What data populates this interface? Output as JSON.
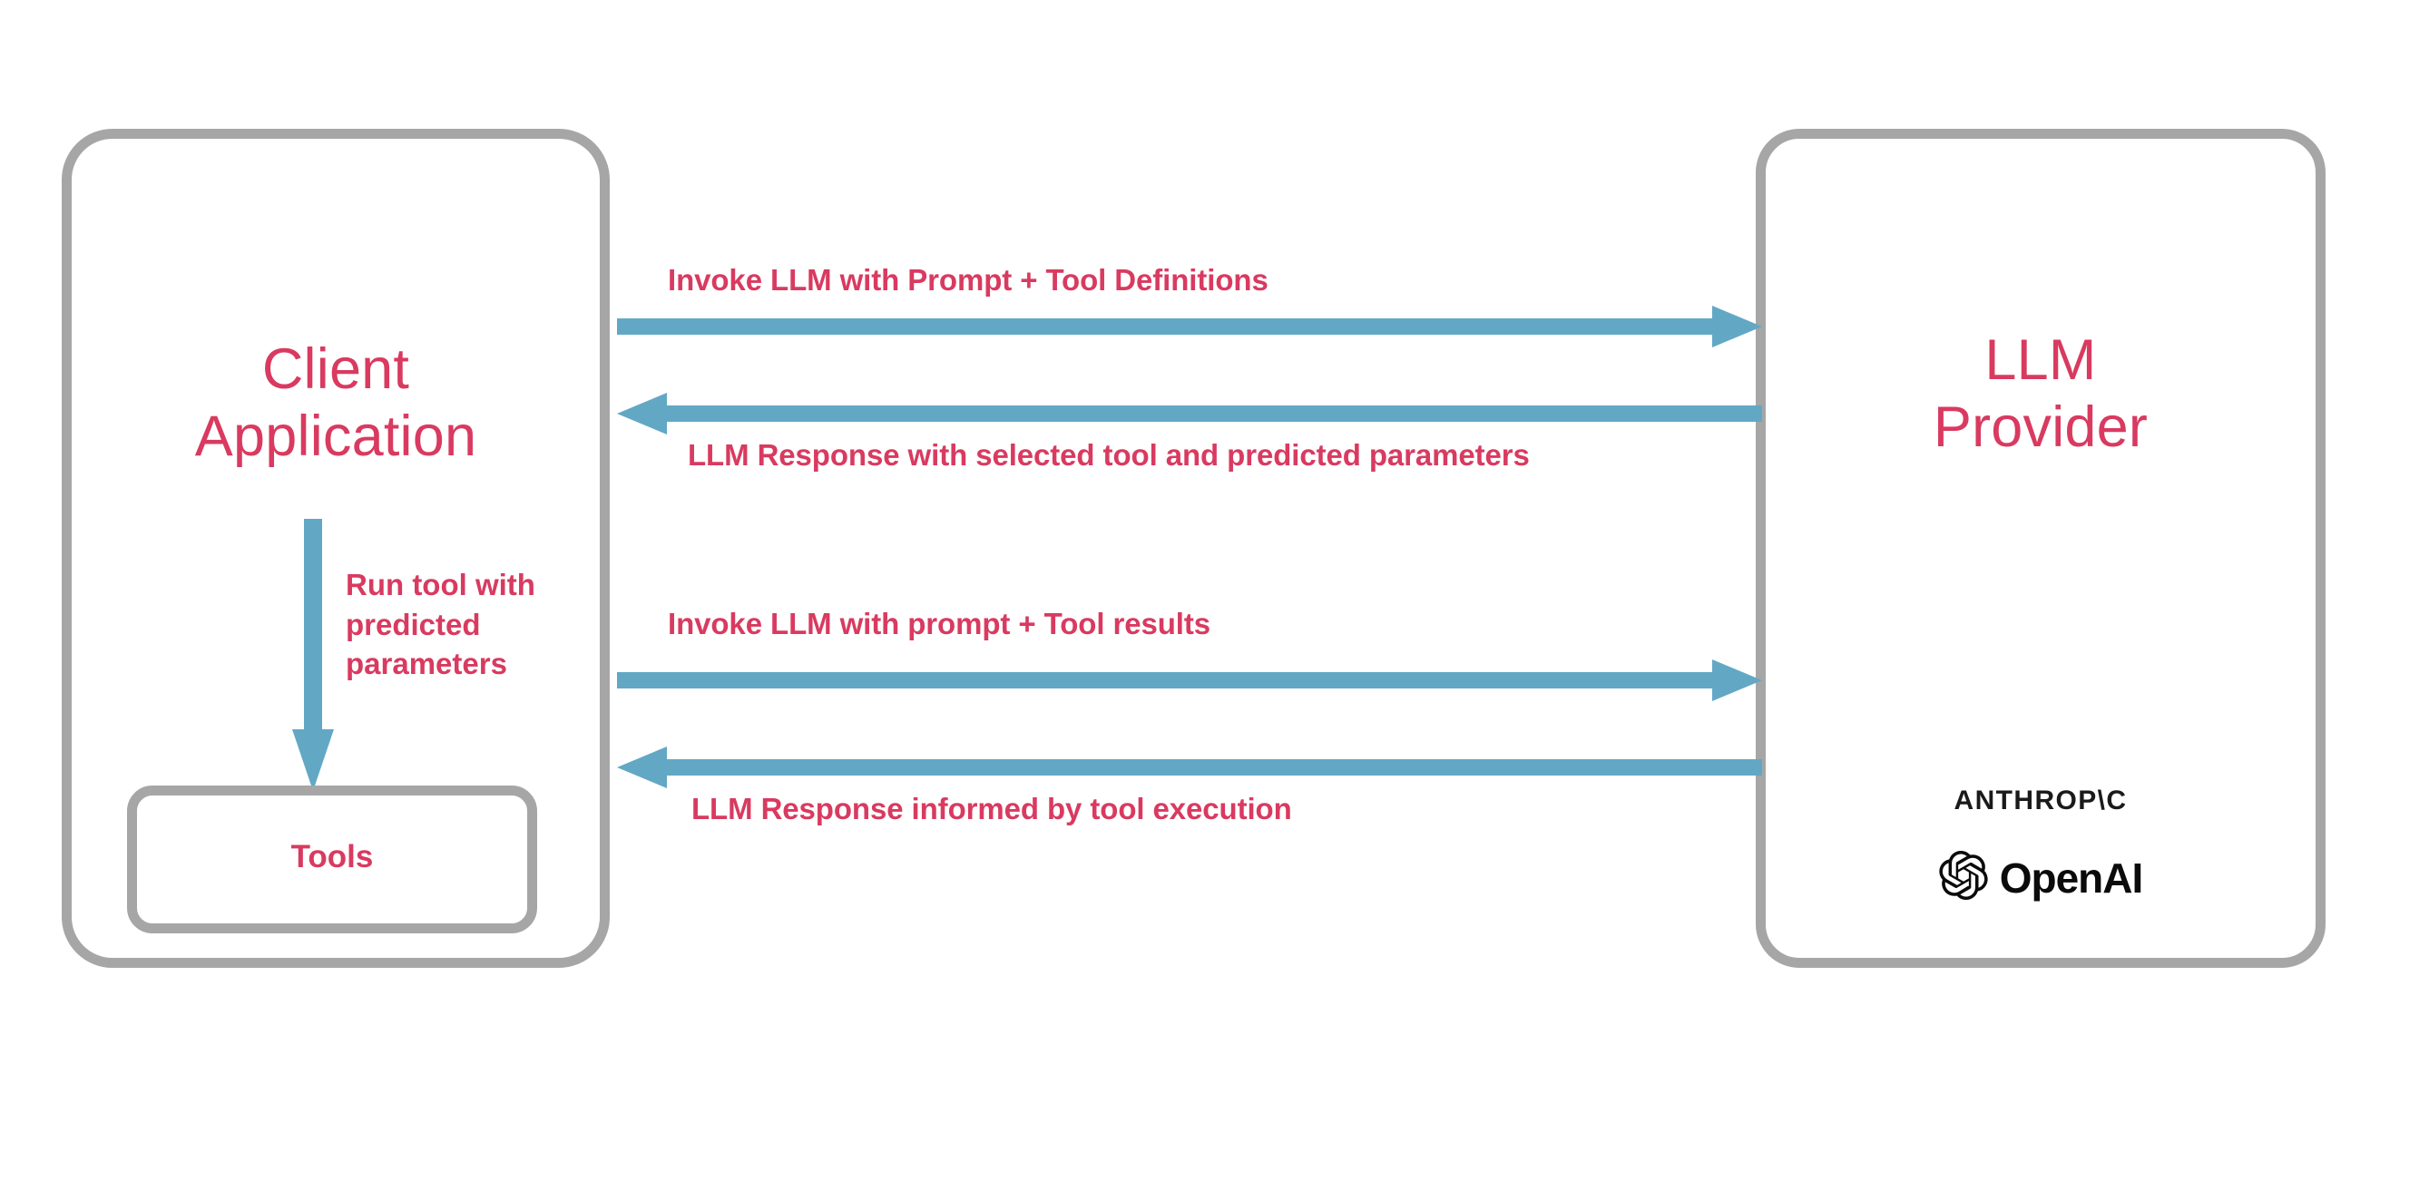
{
  "diagram": {
    "title": "LLM tool-calling sequence between a client application and an LLM provider",
    "colors": {
      "accent_text": "#d93a60",
      "arrow": "#62a8c5",
      "box_border": "#a6a6a6",
      "background": "#ffffff",
      "logo_text": "#1a1a1a"
    }
  },
  "nodes": {
    "client": {
      "label": "Client\nApplication"
    },
    "provider": {
      "label": "LLM\nProvider"
    },
    "tools": {
      "label": "Tools"
    }
  },
  "flows": [
    {
      "id": "invoke-llm-tool-definitions",
      "label": "Invoke LLM with Prompt + Tool Definitions",
      "direction": "client-to-provider"
    },
    {
      "id": "llm-response-selected-tool",
      "label": "LLM Response with selected tool and predicted parameters",
      "direction": "provider-to-client"
    },
    {
      "id": "invoke-llm-tool-results",
      "label": "Invoke LLM with prompt + Tool results",
      "direction": "client-to-provider"
    },
    {
      "id": "llm-response-informed",
      "label": "LLM Response informed by tool execution",
      "direction": "provider-to-client"
    }
  ],
  "tool_flow": {
    "label": "Run tool with\npredicted\nparameters",
    "direction": "client-to-tools"
  },
  "provider_logos": {
    "anthropic": "ANTHROP\\C",
    "openai": "OpenAI"
  }
}
